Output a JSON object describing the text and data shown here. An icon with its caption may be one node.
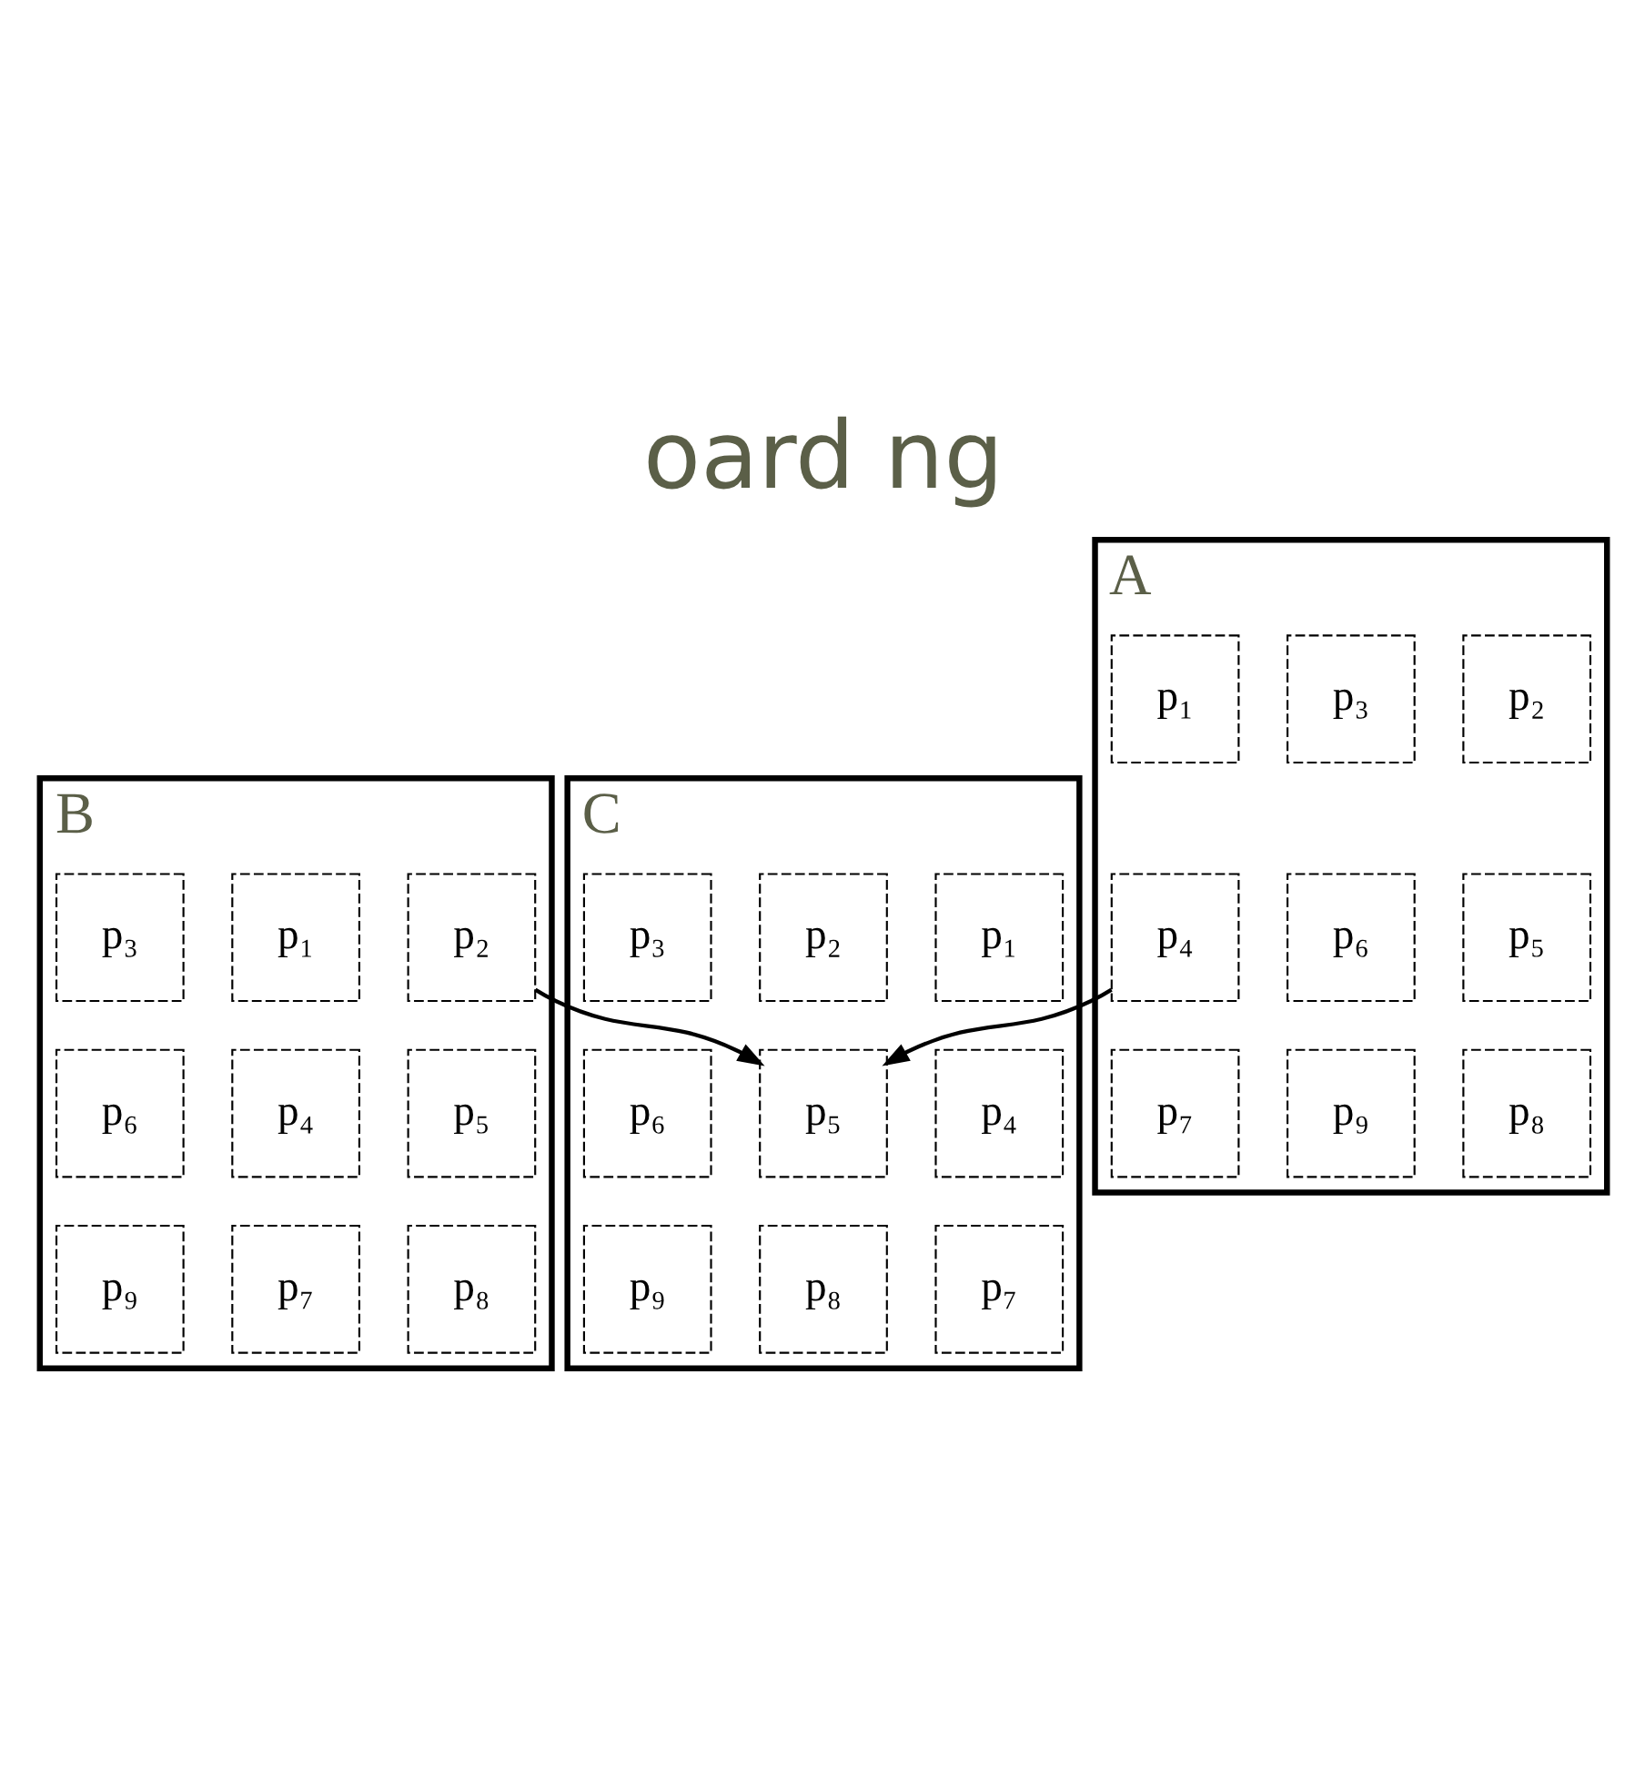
{
  "diagram": {
    "title": "oard ng",
    "nodes": [
      {
        "text": [
          "B"
        ]
      },
      {
        "text": [
          "p₁"
        ],
        "in": 0
      },
      {
        "text": [
          "p₂"
        ],
        "in": 0
      },
      {
        "text": [
          "p₃"
        ],
        "in": 0
      },
      {
        "text": [
          "p₄"
        ],
        "in": 0
      },
      {
        "text": [
          "p₅"
        ],
        "in": 0
      },
      {
        "text": [
          "p₆"
        ],
        "in": 0
      },
      {
        "text": [
          "p₇"
        ],
        "in": 0
      },
      {
        "text": [
          "p₈"
        ],
        "in": 0
      },
      {
        "text": [
          "p₉"
        ],
        "in": 0
      },
      {
        "text": [
          "A"
        ]
      },
      {
        "text": [
          "p₁"
        ],
        "in": 10
      },
      {
        "text": [
          "p₂"
        ],
        "in": 10
      },
      {
        "text": [
          "p₃"
        ],
        "in": 10
      },
      {
        "text": [
          "p₄"
        ],
        "in": 10
      },
      {
        "text": [
          "p₅"
        ],
        "in": 10
      },
      {
        "text": [
          "p₆"
        ],
        "in": 10
      },
      {
        "text": [
          "p₇"
        ],
        "in": 10
      },
      {
        "text": [
          "p₈"
        ],
        "in": 10
      },
      {
        "text": [
          "p₉"
        ],
        "in": 10
      },
      {
        "text": [
          "C"
        ]
      },
      {
        "text": [
          "p₁"
        ],
        "in": 20
      },
      {
        "text": [
          "p₂"
        ],
        "in": 20
      },
      {
        "text": [
          "p₃"
        ],
        "in": 20
      },
      {
        "text": [
          "p₄"
        ],
        "in": 20
      },
      {
        "text": [
          "p₅"
        ],
        "in": 20
      },
      {
        "text": [
          "p₆"
        ],
        "in": 20
      },
      {
        "text": [
          "p₇"
        ],
        "in": 20
      },
      {
        "text": [
          "p₈"
        ],
        "in": 20
      },
      {
        "text": [
          "p₉"
        ],
        "in": 20
      }
    ],
    "edges": [
      {
        "from": 2,
        "to": 25,
        "arrow": "to"
      },
      {
        "from": 14,
        "to": 25,
        "arrow": "to"
      }
    ]
  }
}
